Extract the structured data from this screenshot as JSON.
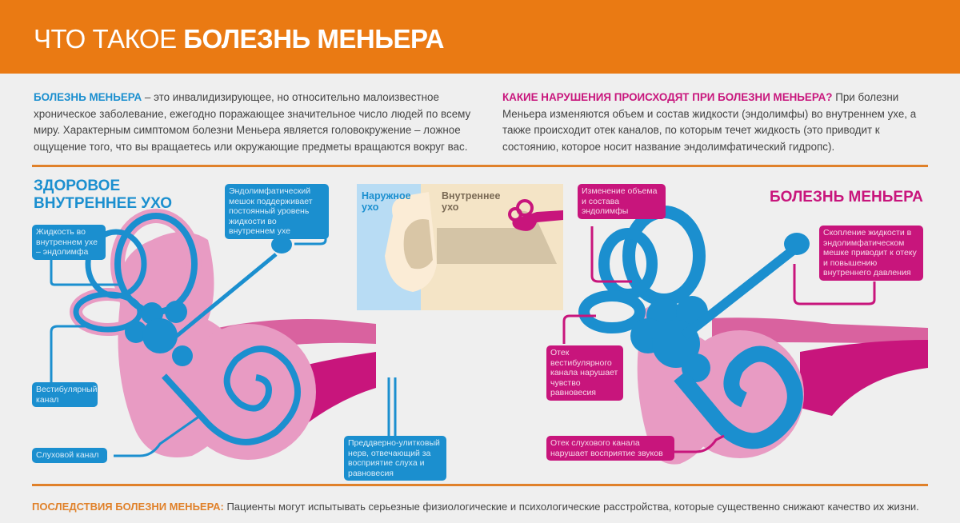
{
  "header": {
    "title_light": "ЧТО ТАКОЕ",
    "title_bold": "БОЛЕЗНЬ МЕНЬЕРА"
  },
  "intro_left": {
    "lead": "БОЛЕЗНЬ МЕНЬЕРА",
    "text": " – это инвалидизирующее, но относительно малоизвестное хроническое заболевание, ежегодно поражающее значительное число людей по всему миру. Характерным симптомом болезни Меньера является головокружение – ложное ощущение того, что вы вращаетесь или окружающие предметы вращаются вокруг вас."
  },
  "intro_right": {
    "lead": "КАКИЕ НАРУШЕНИЯ ПРОИСХОДЯТ ПРИ БОЛЕЗНИ МЕНЬЕРА?",
    "text": " При болезни Меньера изменяются объем и состав жидкости (эндолимфы) во внутреннем ухе, а также происходит отек каналов, по которым течет жидкость (это приводит к состоянию, которое носит название эндолимфатический гидропс)."
  },
  "healthy": {
    "title_line1": "ЗДОРОВОЕ",
    "title_line2": "ВНУТРЕННЕЕ УХО",
    "callouts": {
      "endolymph": "Жидкость во внутреннем ухе – эндолимфа",
      "sac": "Эндолимфатический мешок поддерживает постоянный уровень жидкости во внутреннем ухе",
      "vestibular": "Вестибулярный канал",
      "auditory": "Слуховой канал",
      "nerve": "Преддверно-улитковый нерв, отвечающий за восприятие слуха и равновесия"
    }
  },
  "ear_overview": {
    "outer_label_line1": "Наружное",
    "outer_label_line2": "ухо",
    "inner_label_line1": "Внутреннее",
    "inner_label_line2": "ухо"
  },
  "menieres": {
    "title": "БОЛЕЗНЬ МЕНЬЕРА",
    "callouts": {
      "change": "Изменение объема и состава эндолимфы",
      "sac": "Скопление жидкости в эндолимфатическом мешке приводит к отеку и повышению внутреннего давления",
      "vestibular": "Отек вестибулярного канала нарушает чувство равновесия",
      "auditory": "Отек слухового канала нарушает восприятие звуков"
    }
  },
  "footer": {
    "lead": "ПОСЛЕДСТВИЯ БОЛЕЗНИ МЕНЬЕРА:",
    "text": " Пациенты могут испытывать серьезные физиологические и психологические расстройства, которые существенно снижают качество их жизни."
  },
  "colors": {
    "orange": "#ea7a13",
    "blue": "#1b8fcf",
    "pink": "#c8157c",
    "light_pink": "#e89bc3",
    "background": "#efefef"
  }
}
